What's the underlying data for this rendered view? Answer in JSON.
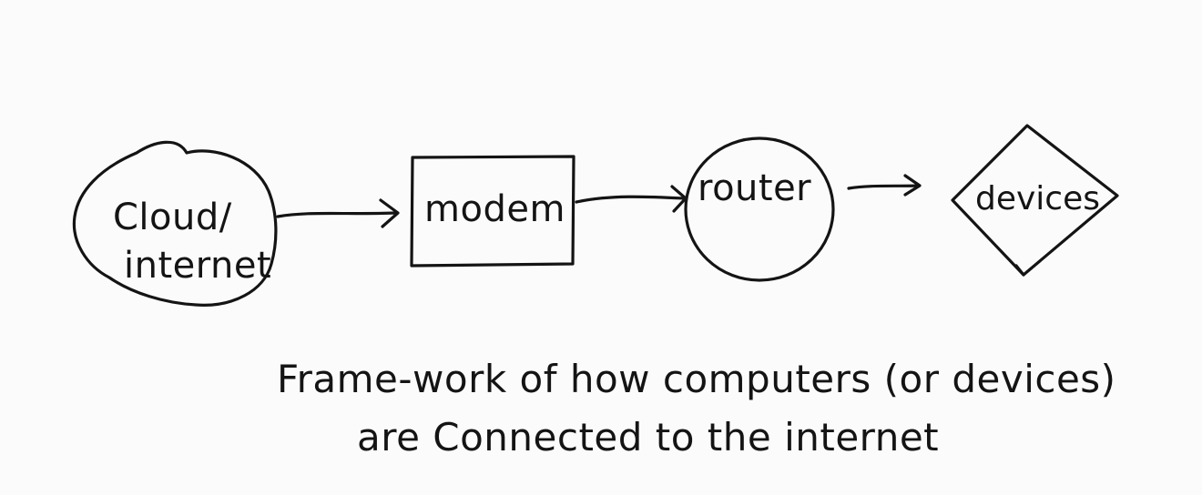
{
  "nodes": {
    "cloud": {
      "line1": "Cloud/",
      "line2": "internet"
    },
    "modem": {
      "label": "modem"
    },
    "router": {
      "label": "router"
    },
    "devices": {
      "label": "devices"
    }
  },
  "caption": {
    "line1": "Frame-work of how computers (or devices)",
    "line2": "are Connected to the internet"
  }
}
